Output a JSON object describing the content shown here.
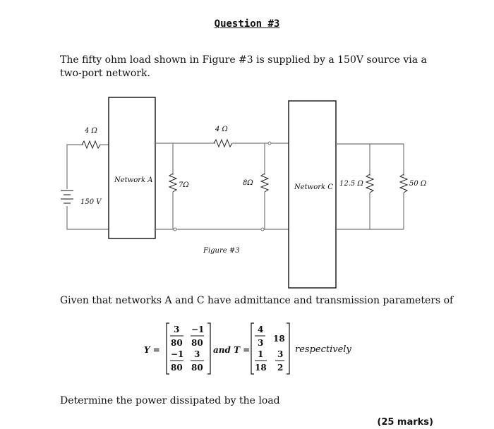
{
  "question": {
    "title": "Question #3",
    "intro": "The fifty ohm load shown in Figure #3 is supplied by a 150V source via a two-port network.",
    "given": "Given that networks A and C have admittance and transmission parameters of",
    "determine": "Determine the power dissipated by the load",
    "marks": "(25 marks)"
  },
  "figure": {
    "caption": "Figure #3",
    "source_resistor": "4 Ω",
    "source_voltage": "150 V",
    "network_a": "Network A",
    "shunt_a": "7Ω",
    "series_mid": "4 Ω",
    "shunt_mid": "8Ω",
    "network_c": "Network C",
    "shunt_c": "12.5 Ω",
    "load": "50 Ω"
  },
  "equation": {
    "y_label": "Y =",
    "y_matrix": [
      [
        "3",
        "80",
        "−1",
        "80"
      ],
      [
        "−1",
        "3",
        "80",
        "80"
      ]
    ],
    "and_t": "and T =",
    "t_matrix": {
      "a": [
        "4",
        "3"
      ],
      "b": "18",
      "c": [
        "1",
        "18"
      ],
      "d": [
        "3",
        "2"
      ]
    },
    "respectively": "respectively"
  }
}
